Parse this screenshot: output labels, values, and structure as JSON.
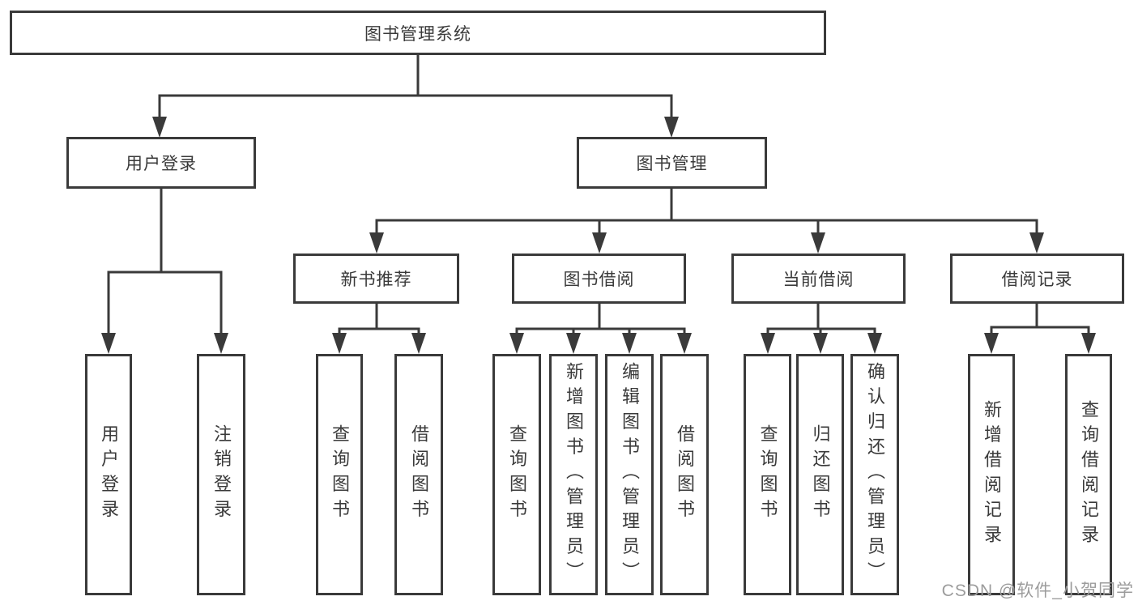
{
  "diagram": {
    "root": {
      "label": "图书管理系统",
      "children": [
        {
          "label": "用户登录",
          "children": [
            {
              "label": "用户登录"
            },
            {
              "label": "注销登录"
            }
          ]
        },
        {
          "label": "图书管理",
          "children": [
            {
              "label": "新书推荐",
              "children": [
                {
                  "label": "查询图书"
                },
                {
                  "label": "借阅图书"
                }
              ]
            },
            {
              "label": "图书借阅",
              "children": [
                {
                  "label": "查询图书"
                },
                {
                  "label": "新增图书（管理员）"
                },
                {
                  "label": "编辑图书（管理员）"
                },
                {
                  "label": "借阅图书"
                }
              ]
            },
            {
              "label": "当前借阅",
              "children": [
                {
                  "label": "查询图书"
                },
                {
                  "label": "归还图书"
                },
                {
                  "label": "确认归还（管理员）"
                }
              ]
            },
            {
              "label": "借阅记录",
              "children": [
                {
                  "label": "新增借阅记录"
                },
                {
                  "label": "查询借阅记录"
                }
              ]
            }
          ]
        }
      ]
    }
  },
  "watermark": {
    "text": "CSDN @软件_小贺同学"
  },
  "colors": {
    "line": "#3a3a3a",
    "text": "#3a3a3a",
    "watermark": "#9c9c9c",
    "background": "#ffffff"
  }
}
